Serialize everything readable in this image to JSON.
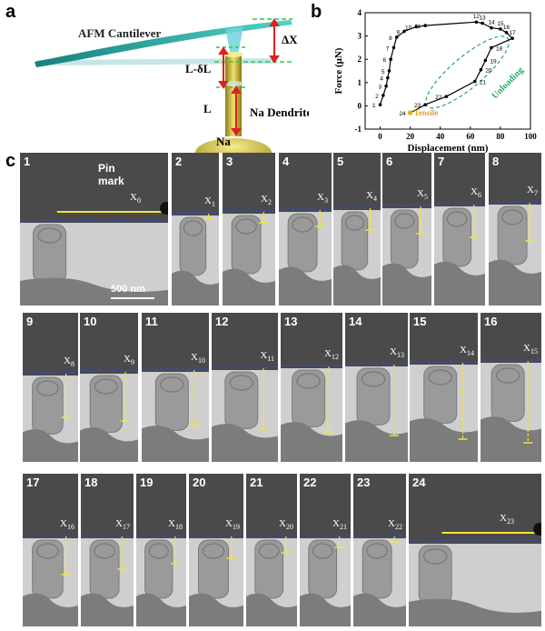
{
  "panel_labels": {
    "a": "a",
    "b": "b",
    "c": "c"
  },
  "schematic": {
    "cantilever_label": "AFM Cantilever",
    "delta_x_label": "ΔX",
    "l_minus_dl_label": "L-δL",
    "l_label": "L",
    "dendrite_label": "Na Dendrite",
    "na_label": "Na",
    "colors": {
      "cantilever": "#1e9e9a",
      "dendrite": "#c8b830",
      "arrow": "#e0201c",
      "guide": "#2ecc40"
    }
  },
  "chart_data": {
    "type": "line",
    "xlabel": "Displacement (nm)",
    "ylabel": "Force (μN)",
    "xlim": [
      -10,
      100
    ],
    "ylim": [
      -1,
      4
    ],
    "xticks": [
      0,
      20,
      40,
      60,
      80,
      100
    ],
    "yticks": [
      -1,
      0,
      1,
      2,
      3,
      4
    ],
    "tensile_label": "Tensile",
    "unloading_label": "Unloading",
    "points": [
      {
        "label": "1",
        "x": 0,
        "y": 0.05
      },
      {
        "label": "2",
        "x": 2,
        "y": 0.45
      },
      {
        "label": "3",
        "x": 4,
        "y": 0.85
      },
      {
        "label": "4",
        "x": 5,
        "y": 1.2
      },
      {
        "label": "5",
        "x": 6,
        "y": 1.5
      },
      {
        "label": "6",
        "x": 7,
        "y": 2.0
      },
      {
        "label": "7",
        "x": 9,
        "y": 2.5
      },
      {
        "label": "8",
        "x": 11,
        "y": 2.95
      },
      {
        "label": "9",
        "x": 16,
        "y": 3.2
      },
      {
        "label": "10",
        "x": 24,
        "y": 3.4
      },
      {
        "label": "11",
        "x": 30,
        "y": 3.45
      },
      {
        "label": "12",
        "x": 64,
        "y": 3.6
      },
      {
        "label": "13",
        "x": 68,
        "y": 3.55
      },
      {
        "label": "14",
        "x": 74,
        "y": 3.35
      },
      {
        "label": "15",
        "x": 80,
        "y": 3.3
      },
      {
        "label": "16",
        "x": 84,
        "y": 3.15
      },
      {
        "label": "17",
        "x": 88,
        "y": 2.9
      },
      {
        "label": "18",
        "x": 74,
        "y": 2.5
      },
      {
        "label": "19",
        "x": 70,
        "y": 1.95
      },
      {
        "label": "20",
        "x": 67,
        "y": 1.55
      },
      {
        "label": "21",
        "x": 63,
        "y": 1.05
      },
      {
        "label": "22",
        "x": 44,
        "y": 0.4
      },
      {
        "label": "23",
        "x": 30,
        "y": 0.05
      },
      {
        "label": "24",
        "x": 20,
        "y": -0.3
      }
    ]
  },
  "frames": {
    "pin_mark_label": "Pin\nmark",
    "scale_bar_label": "500 nm",
    "items": [
      {
        "num": "1",
        "x_label": "X",
        "x_sub": "0"
      },
      {
        "num": "2",
        "x_label": "X",
        "x_sub": "1"
      },
      {
        "num": "3",
        "x_label": "X",
        "x_sub": "2"
      },
      {
        "num": "4",
        "x_label": "X",
        "x_sub": "3"
      },
      {
        "num": "5",
        "x_label": "X",
        "x_sub": "4"
      },
      {
        "num": "6",
        "x_label": "X",
        "x_sub": "5"
      },
      {
        "num": "7",
        "x_label": "X",
        "x_sub": "6"
      },
      {
        "num": "8",
        "x_label": "X",
        "x_sub": "7"
      },
      {
        "num": "9",
        "x_label": "X",
        "x_sub": "8"
      },
      {
        "num": "10",
        "x_label": "X",
        "x_sub": "9"
      },
      {
        "num": "11",
        "x_label": "X",
        "x_sub": "10"
      },
      {
        "num": "12",
        "x_label": "X",
        "x_sub": "11"
      },
      {
        "num": "13",
        "x_label": "X",
        "x_sub": "12"
      },
      {
        "num": "14",
        "x_label": "X",
        "x_sub": "13"
      },
      {
        "num": "15",
        "x_label": "X",
        "x_sub": "14"
      },
      {
        "num": "16",
        "x_label": "X",
        "x_sub": "15"
      },
      {
        "num": "17",
        "x_label": "X",
        "x_sub": "16"
      },
      {
        "num": "18",
        "x_label": "X",
        "x_sub": "17"
      },
      {
        "num": "19",
        "x_label": "X",
        "x_sub": "18"
      },
      {
        "num": "20",
        "x_label": "X",
        "x_sub": "19"
      },
      {
        "num": "21",
        "x_label": "X",
        "x_sub": "20"
      },
      {
        "num": "22",
        "x_label": "X",
        "x_sub": "21"
      },
      {
        "num": "23",
        "x_label": "X",
        "x_sub": "22"
      },
      {
        "num": "24",
        "x_label": "X",
        "x_sub": "23"
      }
    ]
  }
}
